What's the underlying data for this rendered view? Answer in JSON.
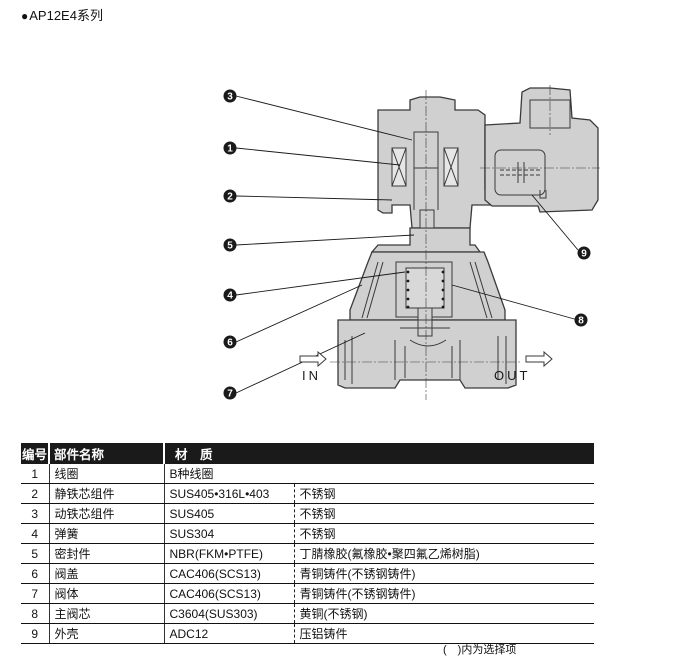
{
  "title": {
    "bullet": "●",
    "text": "AP12E4系列"
  },
  "diagram": {
    "callouts": [
      "3",
      "1",
      "2",
      "5",
      "4",
      "6",
      "7",
      "9",
      "8"
    ],
    "ports": {
      "in": "IN",
      "out": "OUT"
    },
    "colors": {
      "body_fill": "#d0d0d0",
      "outline": "#3a3a3a",
      "callout_fill": "#1a1a1a"
    }
  },
  "table": {
    "headers": {
      "no": "编号",
      "name": "部件名称",
      "material": "材　质"
    },
    "rows": [
      {
        "no": "1",
        "name": "线圈",
        "material": "B种线圈",
        "desc": ""
      },
      {
        "no": "2",
        "name": "静铁芯组件",
        "material": "SUS405•316L•403",
        "desc": "不锈钢"
      },
      {
        "no": "3",
        "name": "动铁芯组件",
        "material": "SUS405",
        "desc": "不锈钢"
      },
      {
        "no": "4",
        "name": "弹簧",
        "material": "SUS304",
        "desc": "不锈钢"
      },
      {
        "no": "5",
        "name": "密封件",
        "material": "NBR(FKM•PTFE)",
        "desc": "丁腈橡胶(氟橡胶•聚四氟乙烯树脂)"
      },
      {
        "no": "6",
        "name": "阀盖",
        "material": "CAC406(SCS13)",
        "desc": "青铜铸件(不锈钢铸件)"
      },
      {
        "no": "7",
        "name": "阀体",
        "material": "CAC406(SCS13)",
        "desc": "青铜铸件(不锈钢铸件)"
      },
      {
        "no": "8",
        "name": "主阀芯",
        "material": "C3604(SUS303)",
        "desc": "黄铜(不锈钢)"
      },
      {
        "no": "9",
        "name": "外壳",
        "material": "ADC12",
        "desc": "压铝铸件"
      }
    ],
    "note": "(　)内为选择项"
  }
}
